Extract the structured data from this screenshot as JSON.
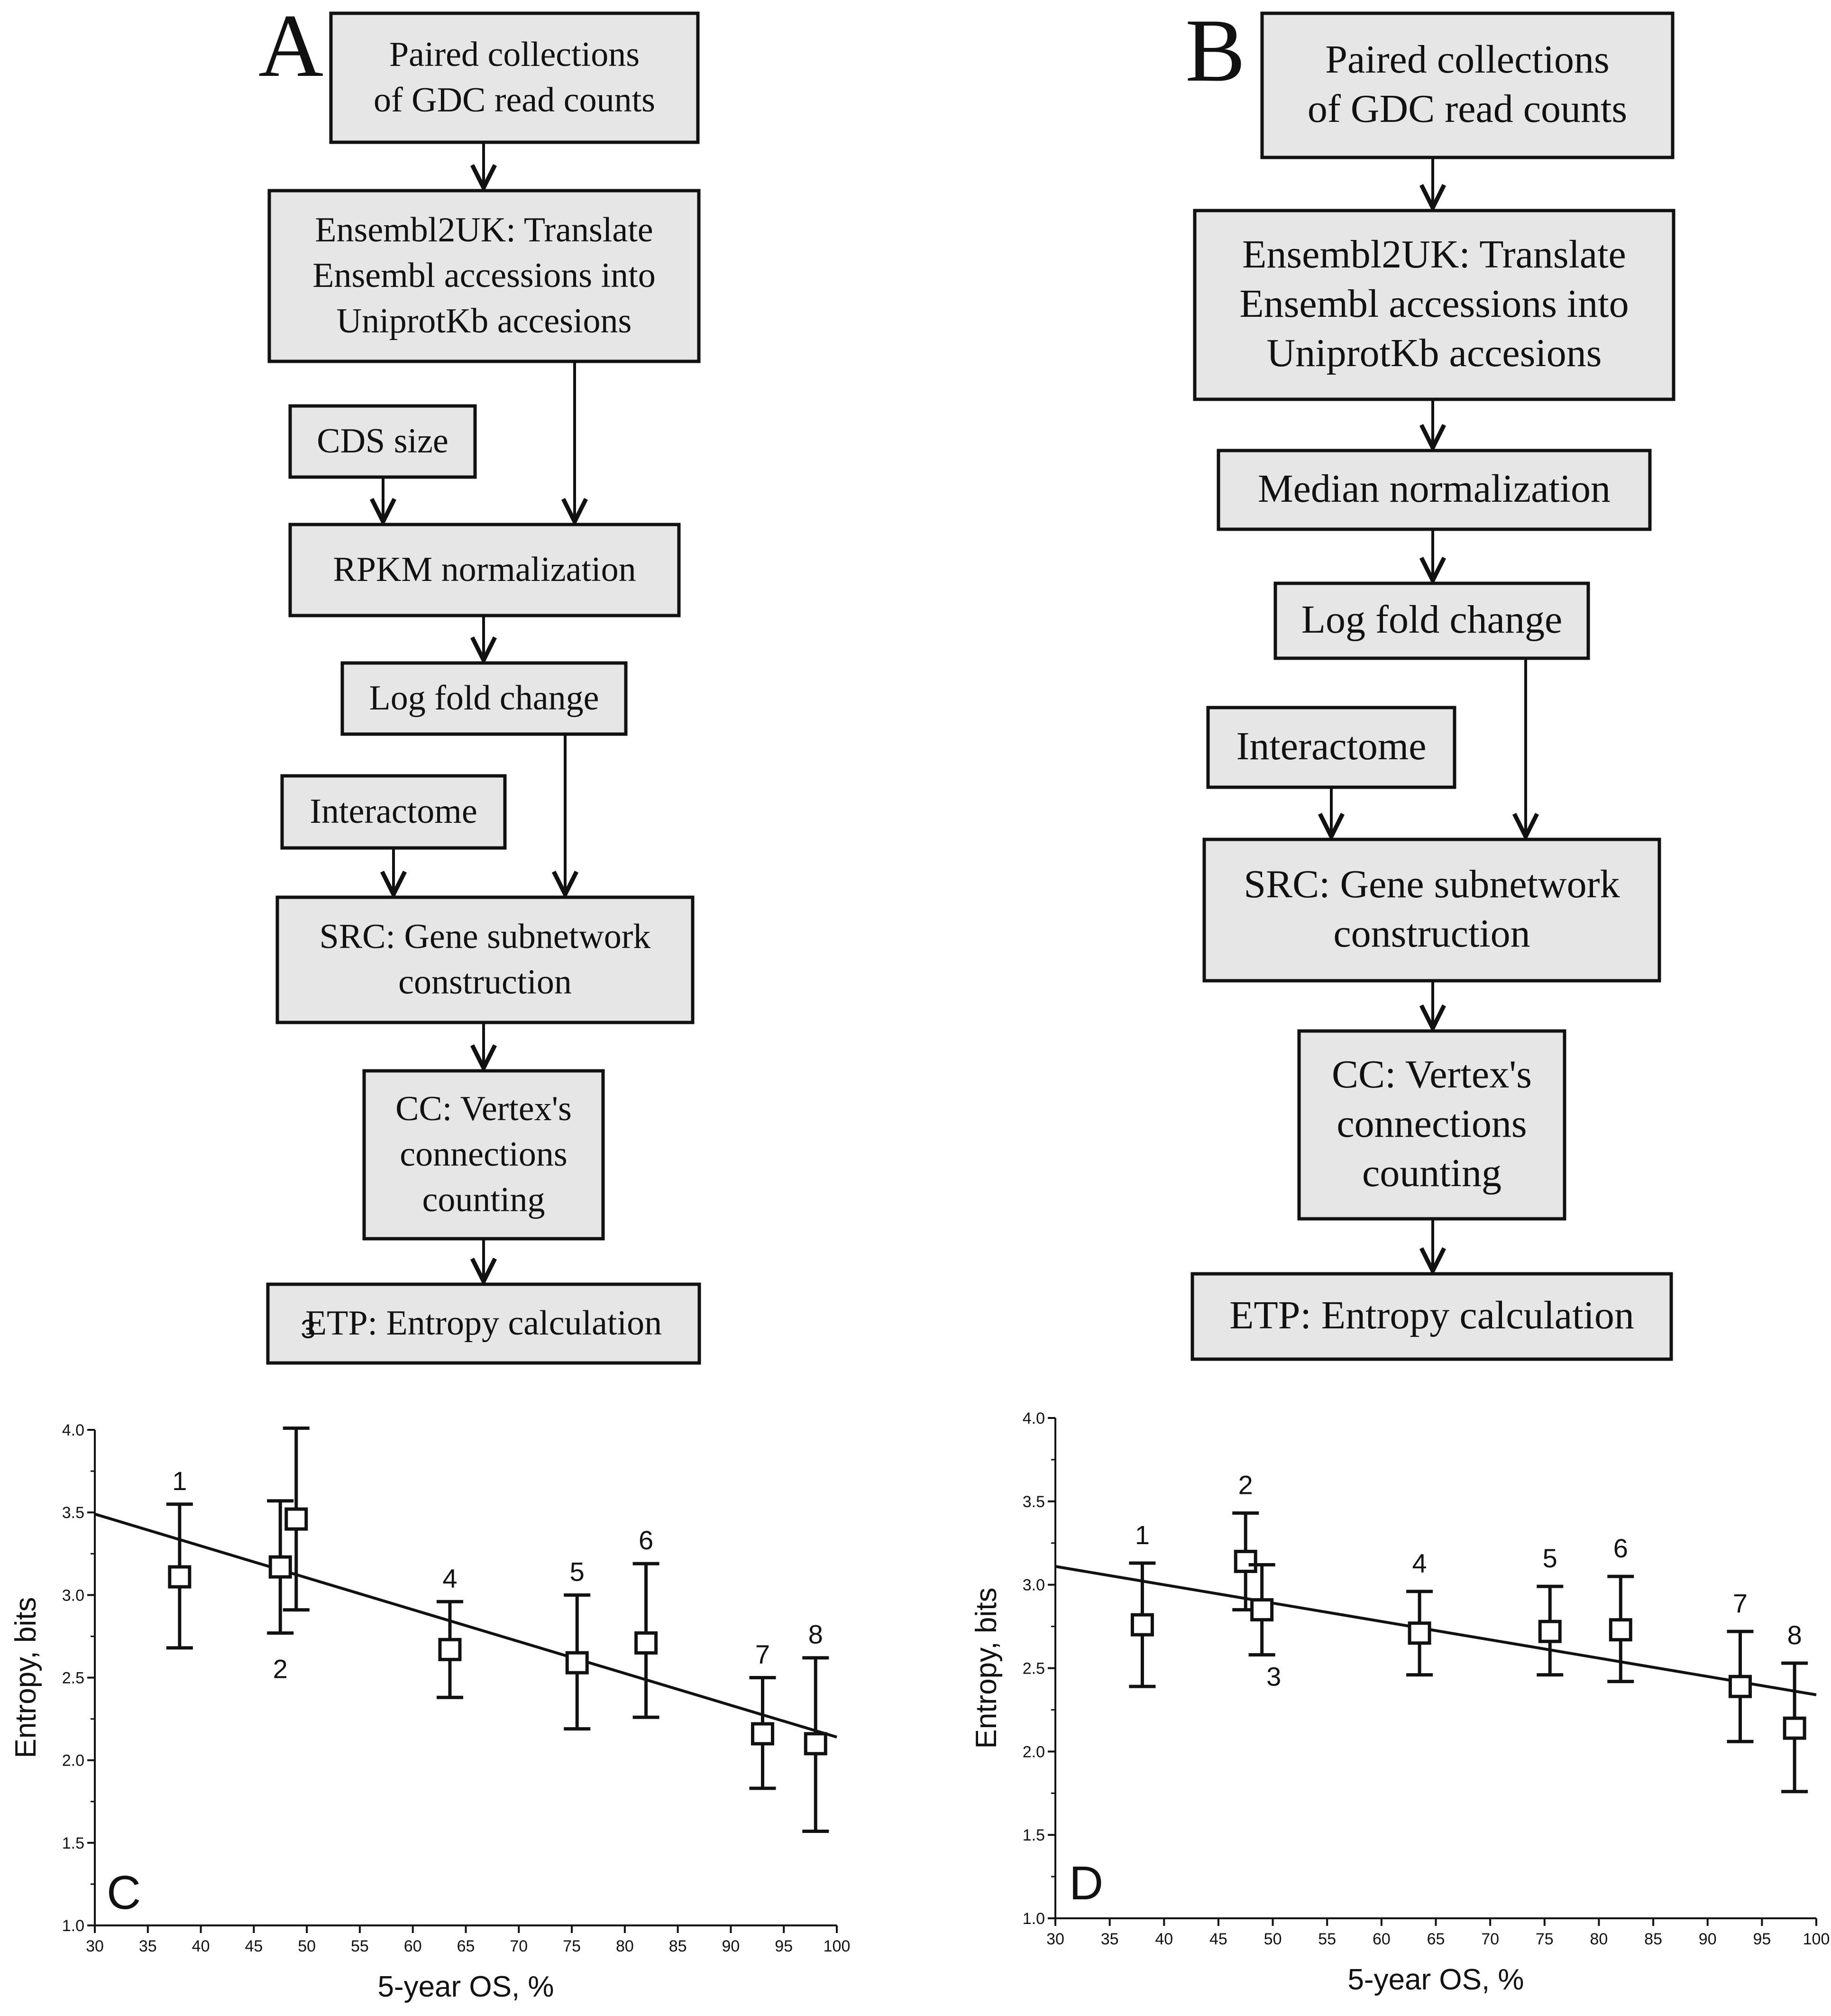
{
  "panel_a": {
    "letter": "A",
    "nodes": [
      {
        "id": "gdc",
        "lines": [
          "Paired collections",
          "of GDC read counts"
        ]
      },
      {
        "id": "ensembl",
        "lines": [
          "Ensembl2UK: Translate",
          "Ensembl accessions into",
          "UniprotKb accesions"
        ]
      },
      {
        "id": "cds",
        "lines": [
          "CDS size"
        ]
      },
      {
        "id": "rpkm",
        "lines": [
          "RPKM normalization"
        ]
      },
      {
        "id": "lfc",
        "lines": [
          "Log fold change"
        ]
      },
      {
        "id": "interactome",
        "lines": [
          "Interactome"
        ]
      },
      {
        "id": "src",
        "lines": [
          "SRC: Gene subnetwork",
          "construction"
        ]
      },
      {
        "id": "cc",
        "lines": [
          "CC: Vertex's",
          "connections",
          "counting"
        ]
      },
      {
        "id": "etp",
        "lines": [
          "ETP: Entropy calculation"
        ]
      }
    ]
  },
  "panel_b": {
    "letter": "B",
    "nodes": [
      {
        "id": "gdc",
        "lines": [
          "Paired collections",
          "of GDC read counts"
        ]
      },
      {
        "id": "ensembl",
        "lines": [
          "Ensembl2UK: Translate",
          "Ensembl accessions into",
          "UniprotKb accesions"
        ]
      },
      {
        "id": "median",
        "lines": [
          "Median normalization"
        ]
      },
      {
        "id": "lfc",
        "lines": [
          "Log fold change"
        ]
      },
      {
        "id": "interactome",
        "lines": [
          "Interactome"
        ]
      },
      {
        "id": "src",
        "lines": [
          "SRC: Gene subnetwork",
          "construction"
        ]
      },
      {
        "id": "cc",
        "lines": [
          "CC: Vertex's",
          "connections",
          "counting"
        ]
      },
      {
        "id": "etp",
        "lines": [
          "ETP: Entropy calculation"
        ]
      }
    ]
  },
  "chart_data": [
    {
      "panel": "C",
      "type": "scatter",
      "title": "",
      "xlabel": "5-year OS, %",
      "ylabel": "Entropy, bits",
      "xlim": [
        30,
        100
      ],
      "ylim": [
        1.0,
        4.0
      ],
      "xticks": [
        30,
        35,
        40,
        45,
        50,
        55,
        60,
        65,
        70,
        75,
        80,
        85,
        90,
        95,
        100
      ],
      "yticks": [
        "1.0",
        "1.5",
        "2.0",
        "2.5",
        "3.0",
        "3.5",
        "4.0"
      ],
      "points": [
        {
          "label": "1",
          "x": 38,
          "y": 3.11,
          "lo": 2.68,
          "hi": 3.55
        },
        {
          "label": "2",
          "x": 47.5,
          "y": 3.17,
          "lo": 2.77,
          "hi": 3.57
        },
        {
          "label": "3",
          "x": 49,
          "y": 3.46,
          "lo": 2.91,
          "hi": 4.01
        },
        {
          "label": "4",
          "x": 63.5,
          "y": 2.67,
          "lo": 2.38,
          "hi": 2.96
        },
        {
          "label": "5",
          "x": 75.5,
          "y": 2.59,
          "lo": 2.19,
          "hi": 3.0
        },
        {
          "label": "6",
          "x": 82,
          "y": 2.71,
          "lo": 2.26,
          "hi": 3.19
        },
        {
          "label": "7",
          "x": 93,
          "y": 2.16,
          "lo": 1.83,
          "hi": 2.5
        },
        {
          "label": "8",
          "x": 98,
          "y": 2.1,
          "lo": 1.57,
          "hi": 2.62
        }
      ],
      "fit": {
        "x": [
          30,
          100
        ],
        "y": [
          3.49,
          2.14
        ]
      }
    },
    {
      "panel": "D",
      "type": "scatter",
      "title": "",
      "xlabel": "5-year OS, %",
      "ylabel": "Entropy, bits",
      "xlim": [
        30,
        100
      ],
      "ylim": [
        1.0,
        4.0
      ],
      "xticks": [
        30,
        35,
        40,
        45,
        50,
        55,
        60,
        65,
        70,
        75,
        80,
        85,
        90,
        95,
        100
      ],
      "yticks": [
        "1.0",
        "1.5",
        "2.0",
        "2.5",
        "3.0",
        "3.5",
        "4.0"
      ],
      "points": [
        {
          "label": "1",
          "x": 38,
          "y": 2.76,
          "lo": 2.39,
          "hi": 3.13
        },
        {
          "label": "2",
          "x": 47.5,
          "y": 3.14,
          "lo": 2.85,
          "hi": 3.43
        },
        {
          "label": "3",
          "x": 49,
          "y": 2.85,
          "lo": 2.58,
          "hi": 3.12
        },
        {
          "label": "4",
          "x": 63.5,
          "y": 2.71,
          "lo": 2.46,
          "hi": 2.96
        },
        {
          "label": "5",
          "x": 75.5,
          "y": 2.72,
          "lo": 2.46,
          "hi": 2.99
        },
        {
          "label": "6",
          "x": 82,
          "y": 2.73,
          "lo": 2.42,
          "hi": 3.05
        },
        {
          "label": "7",
          "x": 93,
          "y": 2.39,
          "lo": 2.06,
          "hi": 2.72
        },
        {
          "label": "8",
          "x": 98,
          "y": 2.14,
          "lo": 1.76,
          "hi": 2.53
        }
      ],
      "fit": {
        "x": [
          30,
          100
        ],
        "y": [
          3.11,
          2.34
        ]
      }
    }
  ]
}
